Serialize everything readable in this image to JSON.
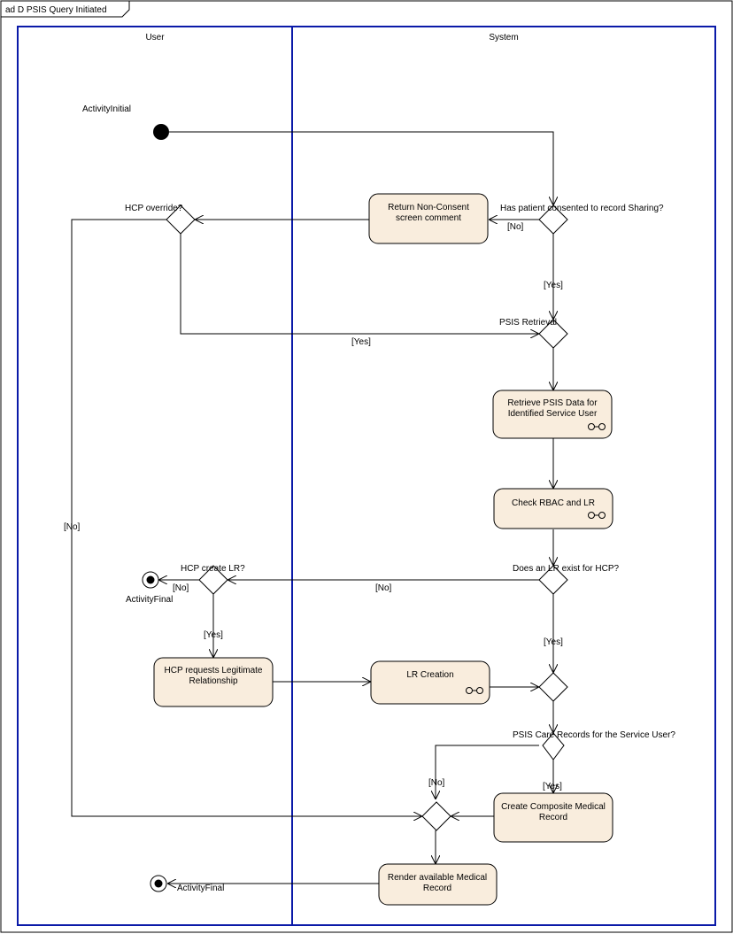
{
  "frame_title": "ad D PSIS Query Initiated",
  "lanes": {
    "user": "User",
    "system": "System"
  },
  "nodes": {
    "initial": "ActivityInitial",
    "final_top": "ActivityFinal",
    "final_bottom": "ActivityFinal",
    "return_non_consent": [
      "Return Non-Consent",
      "screen comment"
    ],
    "retrieve_psis": [
      "Retrieve PSIS Data for",
      "Identified Service User"
    ],
    "check_rbac": [
      "Check RBAC and LR"
    ],
    "hcp_requests_lr": [
      "HCP requests Legitimate",
      "Relationship"
    ],
    "lr_creation": [
      "LR Creation"
    ],
    "create_composite": [
      "Create Composite Medical",
      "Record"
    ],
    "render_record": [
      "Render available Medical",
      "Record"
    ]
  },
  "decisions": {
    "consent": "Has patient consented to record Sharing?",
    "hcp_override": "HCP override?",
    "psis_retrieval": "PSIS Retrieval",
    "lr_exists": "Does an LR exist for HCP?",
    "hcp_create_lr": "HCP create LR?",
    "care_records": "PSIS Care Records for the Service User?"
  },
  "guards": {
    "consent_no": "[No]",
    "consent_yes": "[Yes]",
    "override_yes": "[Yes]",
    "override_no": "[No]",
    "lr_no": "[No]",
    "lr_yes": "[Yes]",
    "create_lr_no": "[No]",
    "create_lr_yes": "[Yes]",
    "care_no": "[No]",
    "care_yes": "[Yes]"
  },
  "colors": {
    "lane_border": "#0a1aa8",
    "action_fill": "#f9eddd"
  }
}
